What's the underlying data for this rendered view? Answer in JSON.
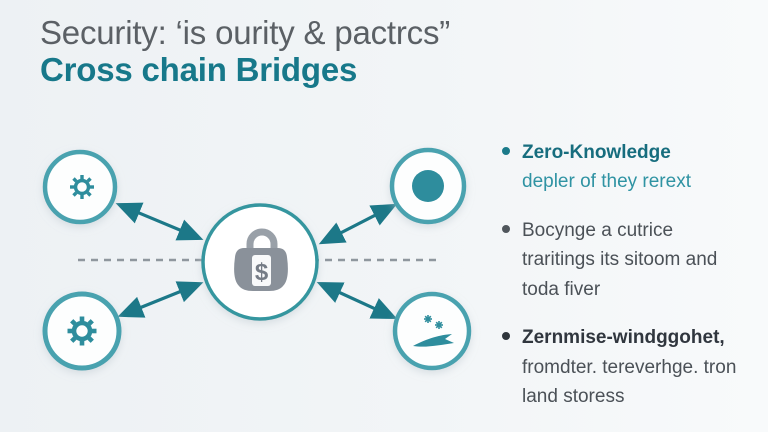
{
  "slide": {
    "title": {
      "line1": "Security: ‘is ourity & pactrcs”",
      "line2": "Cross chain Bridges"
    },
    "bullets": [
      {
        "heading": "Zero-Knowledge",
        "body": "depler of they rerext"
      },
      {
        "heading": "",
        "body": "Bocynge a cutrice traritings its sitoom and toda fiver"
      },
      {
        "heading": "Zernmise-windggohet,",
        "body": "fromdter. tereverhge. tron land storess"
      }
    ],
    "diagram": {
      "center_icon": "lock-dollar-icon",
      "center_symbol": "$",
      "node_icons": [
        "gear-icon",
        "dot-icon",
        "cog-icon",
        "send-icon"
      ],
      "connector_style": "double-headed-arrows",
      "divider_style": "dashed-line"
    },
    "colors": {
      "background": "#f2f5f7",
      "accent_teal_dark": "#17788a",
      "accent_teal_ring": "#48a2af",
      "accent_teal_icon": "#2e8d9d",
      "title_gray": "#5b6065",
      "body_gray": "#4b5157",
      "heading_dark": "#30363e",
      "lock_gray": "#8a919a",
      "dashed_gray": "#8f979e"
    }
  }
}
